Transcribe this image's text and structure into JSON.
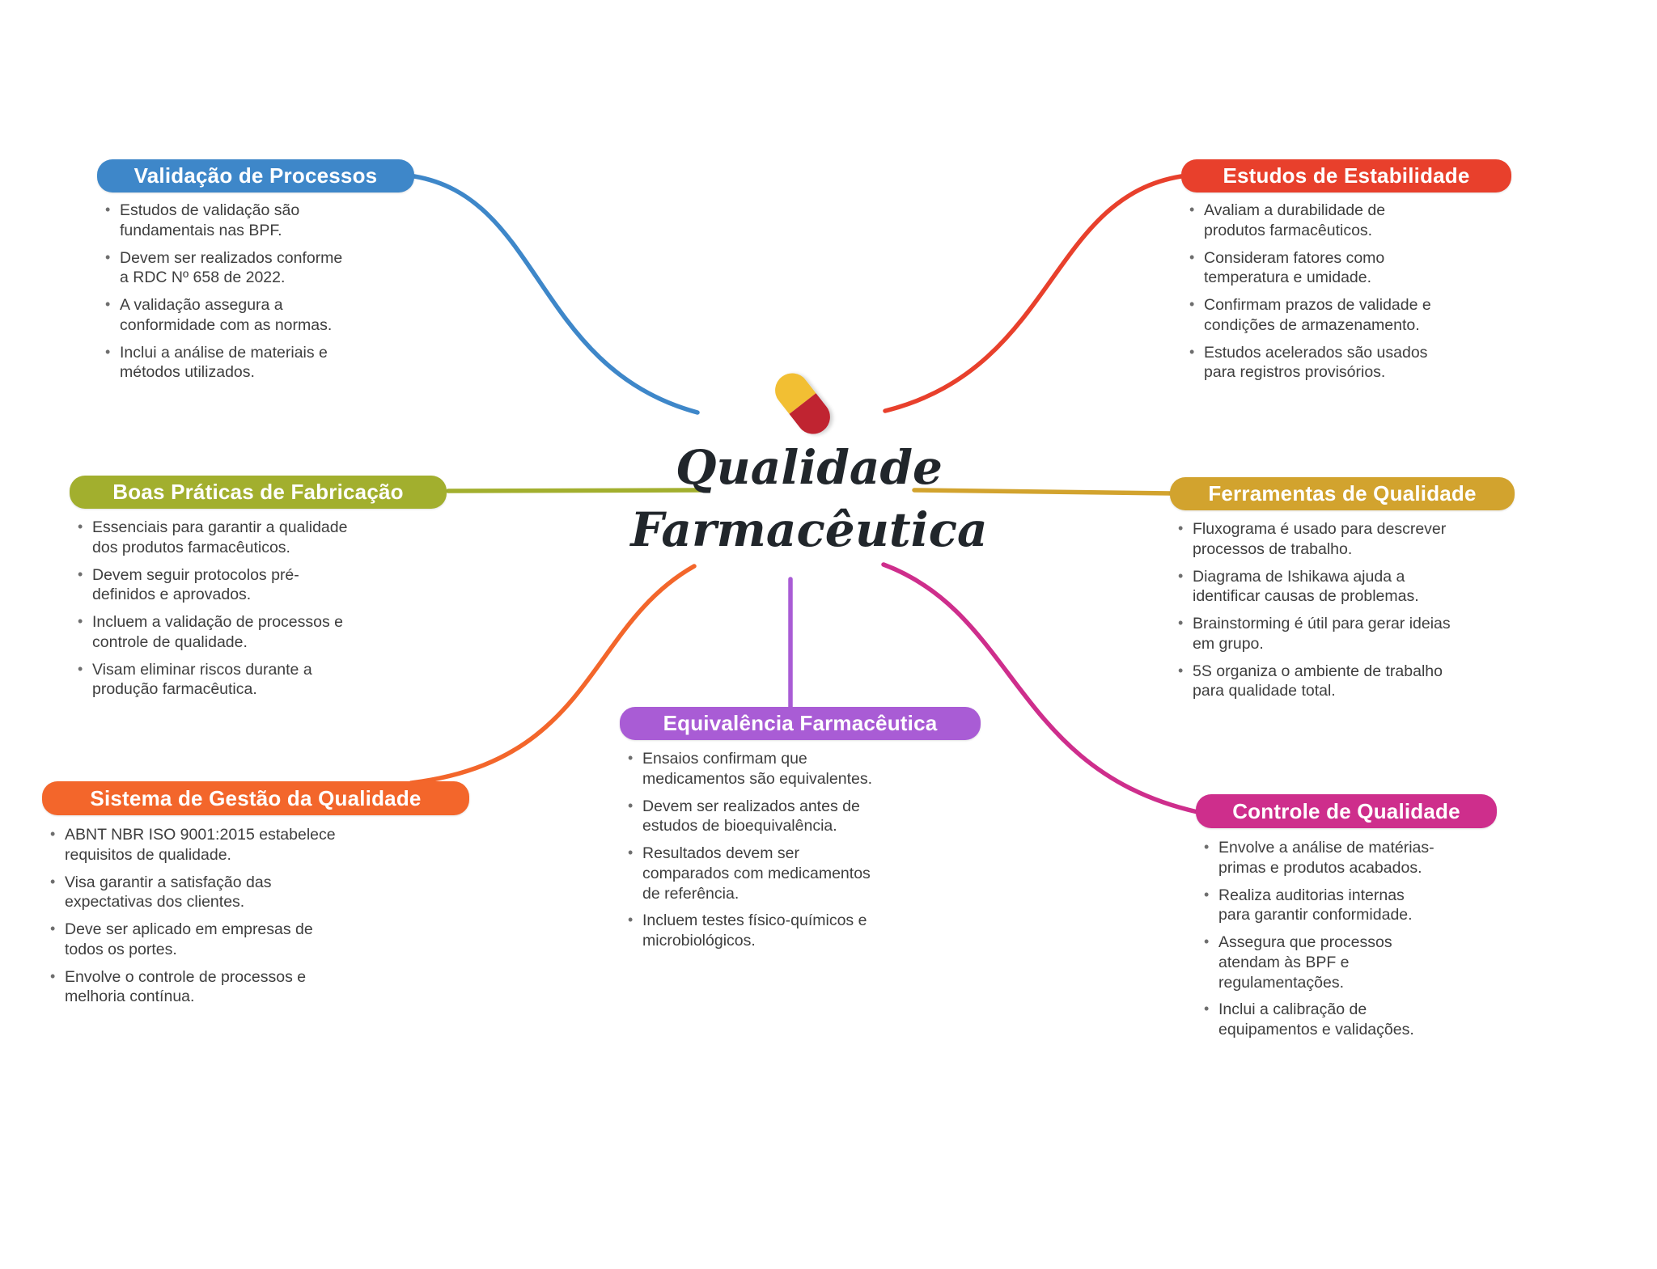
{
  "center": {
    "title_line1": "Qualidade",
    "title_line2": "Farmacêutica",
    "pill_top_color": "#F2BF33",
    "pill_bottom_color": "#C02431"
  },
  "branches": [
    {
      "id": "validacao-de-processos",
      "label": "Validação de Processos",
      "color": "#3E87C9",
      "bullets": [
        "Estudos de validação são fundamentais nas BPF.",
        "Devem ser realizados conforme a RDC Nº 658 de 2022.",
        "A validação assegura a conformidade com as normas.",
        "Inclui a análise de materiais e métodos utilizados."
      ]
    },
    {
      "id": "estudos-de-estabilidade",
      "label": "Estudos de Estabilidade",
      "color": "#E8402C",
      "bullets": [
        "Avaliam a durabilidade de produtos farmacêuticos.",
        "Consideram fatores como temperatura e umidade.",
        "Confirmam prazos de validade e condições de armazenamento.",
        "Estudos acelerados são usados para registros provisórios."
      ]
    },
    {
      "id": "boas-praticas-de-fabricacao",
      "label": "Boas Práticas de Fabricação",
      "color": "#A2AF2E",
      "bullets": [
        "Essenciais para garantir a qualidade dos produtos farmacêuticos.",
        "Devem seguir protocolos pré-definidos e aprovados.",
        "Incluem a validação de processos e controle de qualidade.",
        "Visam eliminar riscos durante a produção farmacêutica."
      ]
    },
    {
      "id": "ferramentas-de-qualidade",
      "label": "Ferramentas de Qualidade",
      "color": "#D2A32E",
      "bullets": [
        "Fluxograma é usado para descrever processos de trabalho.",
        "Diagrama de Ishikawa ajuda a identificar causas de problemas.",
        "Brainstorming é útil para gerar ideias em grupo.",
        "5S organiza o ambiente de trabalho para qualidade total."
      ]
    },
    {
      "id": "sistema-de-gestao-da-qualidade",
      "label": "Sistema de Gestão da Qualidade",
      "color": "#F3662B",
      "bullets": [
        "ABNT NBR ISO 9001:2015 estabelece requisitos de qualidade.",
        "Visa garantir a satisfação das expectativas dos clientes.",
        "Deve ser aplicado em empresas de todos os portes.",
        "Envolve o controle de processos e melhoria contínua."
      ]
    },
    {
      "id": "equivalencia-farmaceutica",
      "label": "Equivalência Farmacêutica",
      "color": "#A95CD5",
      "bullets": [
        "Ensaios confirmam que medicamentos são equivalentes.",
        "Devem ser realizados antes de estudos de bioequivalência.",
        "Resultados devem ser comparados com medicamentos de referência.",
        "Incluem testes físico-químicos e microbiológicos."
      ]
    },
    {
      "id": "controle-de-qualidade",
      "label": "Controle de Qualidade",
      "color": "#CE2E8C",
      "bullets": [
        "Envolve a análise de matérias-primas e produtos acabados.",
        "Realiza auditorias internas para garantir conformidade.",
        "Assegura que processos atendam às BPF e regulamentações.",
        "Inclui a calibração de equipamentos e validações."
      ]
    }
  ]
}
